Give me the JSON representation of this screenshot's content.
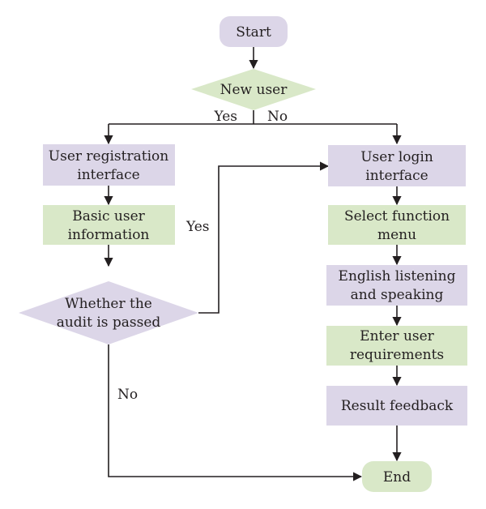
{
  "colors": {
    "process_fill": "#dcd6e8",
    "info_fill": "#d9e8c8",
    "decision_new_user_fill": "#d9e8c8",
    "decision_audit_fill": "#dcd6e8",
    "terminal_fill": "#d9e8c8",
    "start_fill": "#dcd6e8",
    "line": "#231f20"
  },
  "nodes": {
    "start": {
      "label": "Start"
    },
    "new_user": {
      "label": "New user"
    },
    "user_registration": {
      "line1": "User registration",
      "line2": "interface"
    },
    "basic_info": {
      "line1": "Basic user",
      "line2": "information"
    },
    "audit": {
      "line1": "Whether the",
      "line2": "audit is passed"
    },
    "user_login": {
      "line1": "User login",
      "line2": "interface"
    },
    "select_menu": {
      "line1": "Select function",
      "line2": "menu"
    },
    "english": {
      "line1": "English listening",
      "line2": "and speaking"
    },
    "requirements": {
      "line1": "Enter user",
      "line2": "requirements"
    },
    "result": {
      "label": "Result feedback"
    },
    "end": {
      "label": "End"
    }
  },
  "edge_labels": {
    "new_user_yes": "Yes",
    "new_user_no": "No",
    "audit_yes": "Yes",
    "audit_no": "No"
  }
}
